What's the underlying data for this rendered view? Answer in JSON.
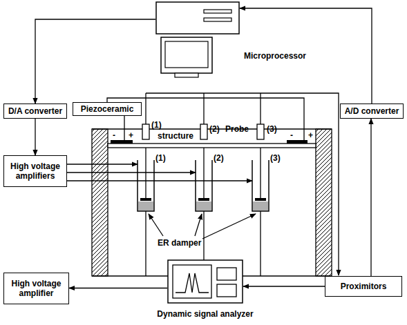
{
  "diagram": {
    "nodes": [
      {
        "text": [
          "Microprocessor"
        ]
      },
      {
        "text": [
          "D/A converter"
        ]
      },
      {
        "text": [
          "Piezoceramic"
        ]
      },
      {
        "text": [
          "A/D converter"
        ]
      },
      {
        "text": [
          "High voltage amplifiers"
        ]
      },
      {
        "text": [
          "High voltage amplifier"
        ]
      },
      {
        "text": [
          "Dynamic signal analyzer"
        ]
      },
      {
        "text": [
          "Proximitors"
        ]
      }
    ],
    "edges": [
      {
        "from": 0,
        "to": 1,
        "arrow": "to"
      },
      {
        "from": 1,
        "to": 4,
        "arrow": "to"
      },
      {
        "from": 3,
        "to": 0,
        "arrow": "to"
      },
      {
        "from": 7,
        "to": 3,
        "arrow": "to"
      },
      {
        "from": 7,
        "to": 6,
        "arrow": "to"
      },
      {
        "from": 6,
        "to": 5,
        "arrow": "to"
      }
    ],
    "labels": [
      "structure",
      "Probe",
      "(1)",
      "(2)",
      "(3)",
      "(1)",
      "(2)",
      "(3)",
      "ER damper",
      "-",
      "+",
      "-",
      "+"
    ]
  }
}
